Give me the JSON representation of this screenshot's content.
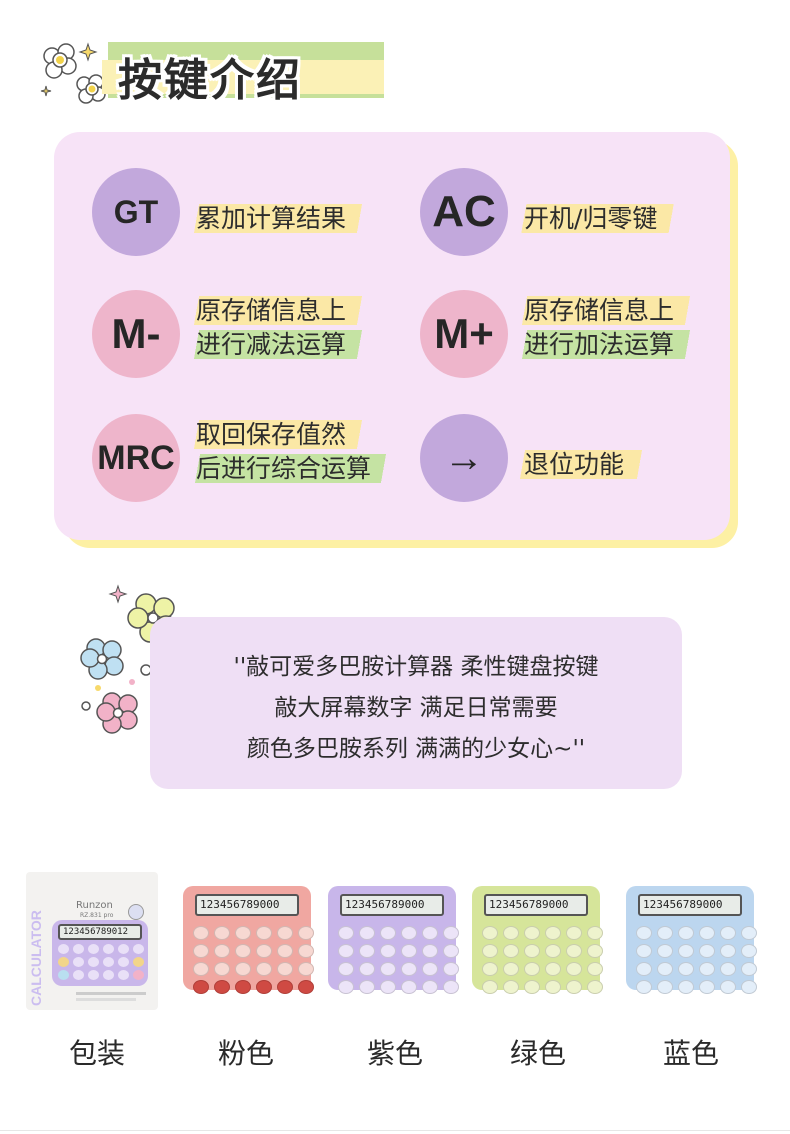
{
  "header": {
    "title": "按键介绍"
  },
  "keys": [
    {
      "label": "GT",
      "desc": [
        "累加计算结果"
      ]
    },
    {
      "label": "AC",
      "desc": [
        "开机/归零键"
      ]
    },
    {
      "label": "M-",
      "desc": [
        "原存储信息上",
        "进行减法运算"
      ]
    },
    {
      "label": "M+",
      "desc": [
        "原存储信息上",
        "进行加法运算"
      ]
    },
    {
      "label": "MRC",
      "desc": [
        "取回保存值然",
        "后进行综合运算"
      ]
    },
    {
      "label": "→",
      "desc": [
        "退位功能"
      ]
    }
  ],
  "quote": {
    "lines": [
      "''敲可爱多巴胺计算器 柔性键盘按键",
      "敲大屏幕数字 满足日常需要",
      "颜色多巴胺系列 满满的少女心~''"
    ]
  },
  "products": [
    {
      "label": "包装",
      "brand": "Runzon",
      "model": "RZ.831 pro",
      "side_text": "CALCULATOR",
      "screen": "123456789012"
    },
    {
      "label": "粉色",
      "screen": "123456789000",
      "color": "#f0a7a1"
    },
    {
      "label": "紫色",
      "screen": "123456789000",
      "color": "#c8b6ea"
    },
    {
      "label": "绿色",
      "screen": "123456789000",
      "color": "#d6e59a"
    },
    {
      "label": "蓝色",
      "screen": "123456789000",
      "color": "#bcd6ef"
    }
  ],
  "colors": {
    "purple_key": "#c2a8dc",
    "pink_key": "#eeb5cb",
    "card_bg": "#f7e3f7",
    "yellow_hl": "#fbe8a6",
    "green_hl": "#c5e3a3"
  }
}
